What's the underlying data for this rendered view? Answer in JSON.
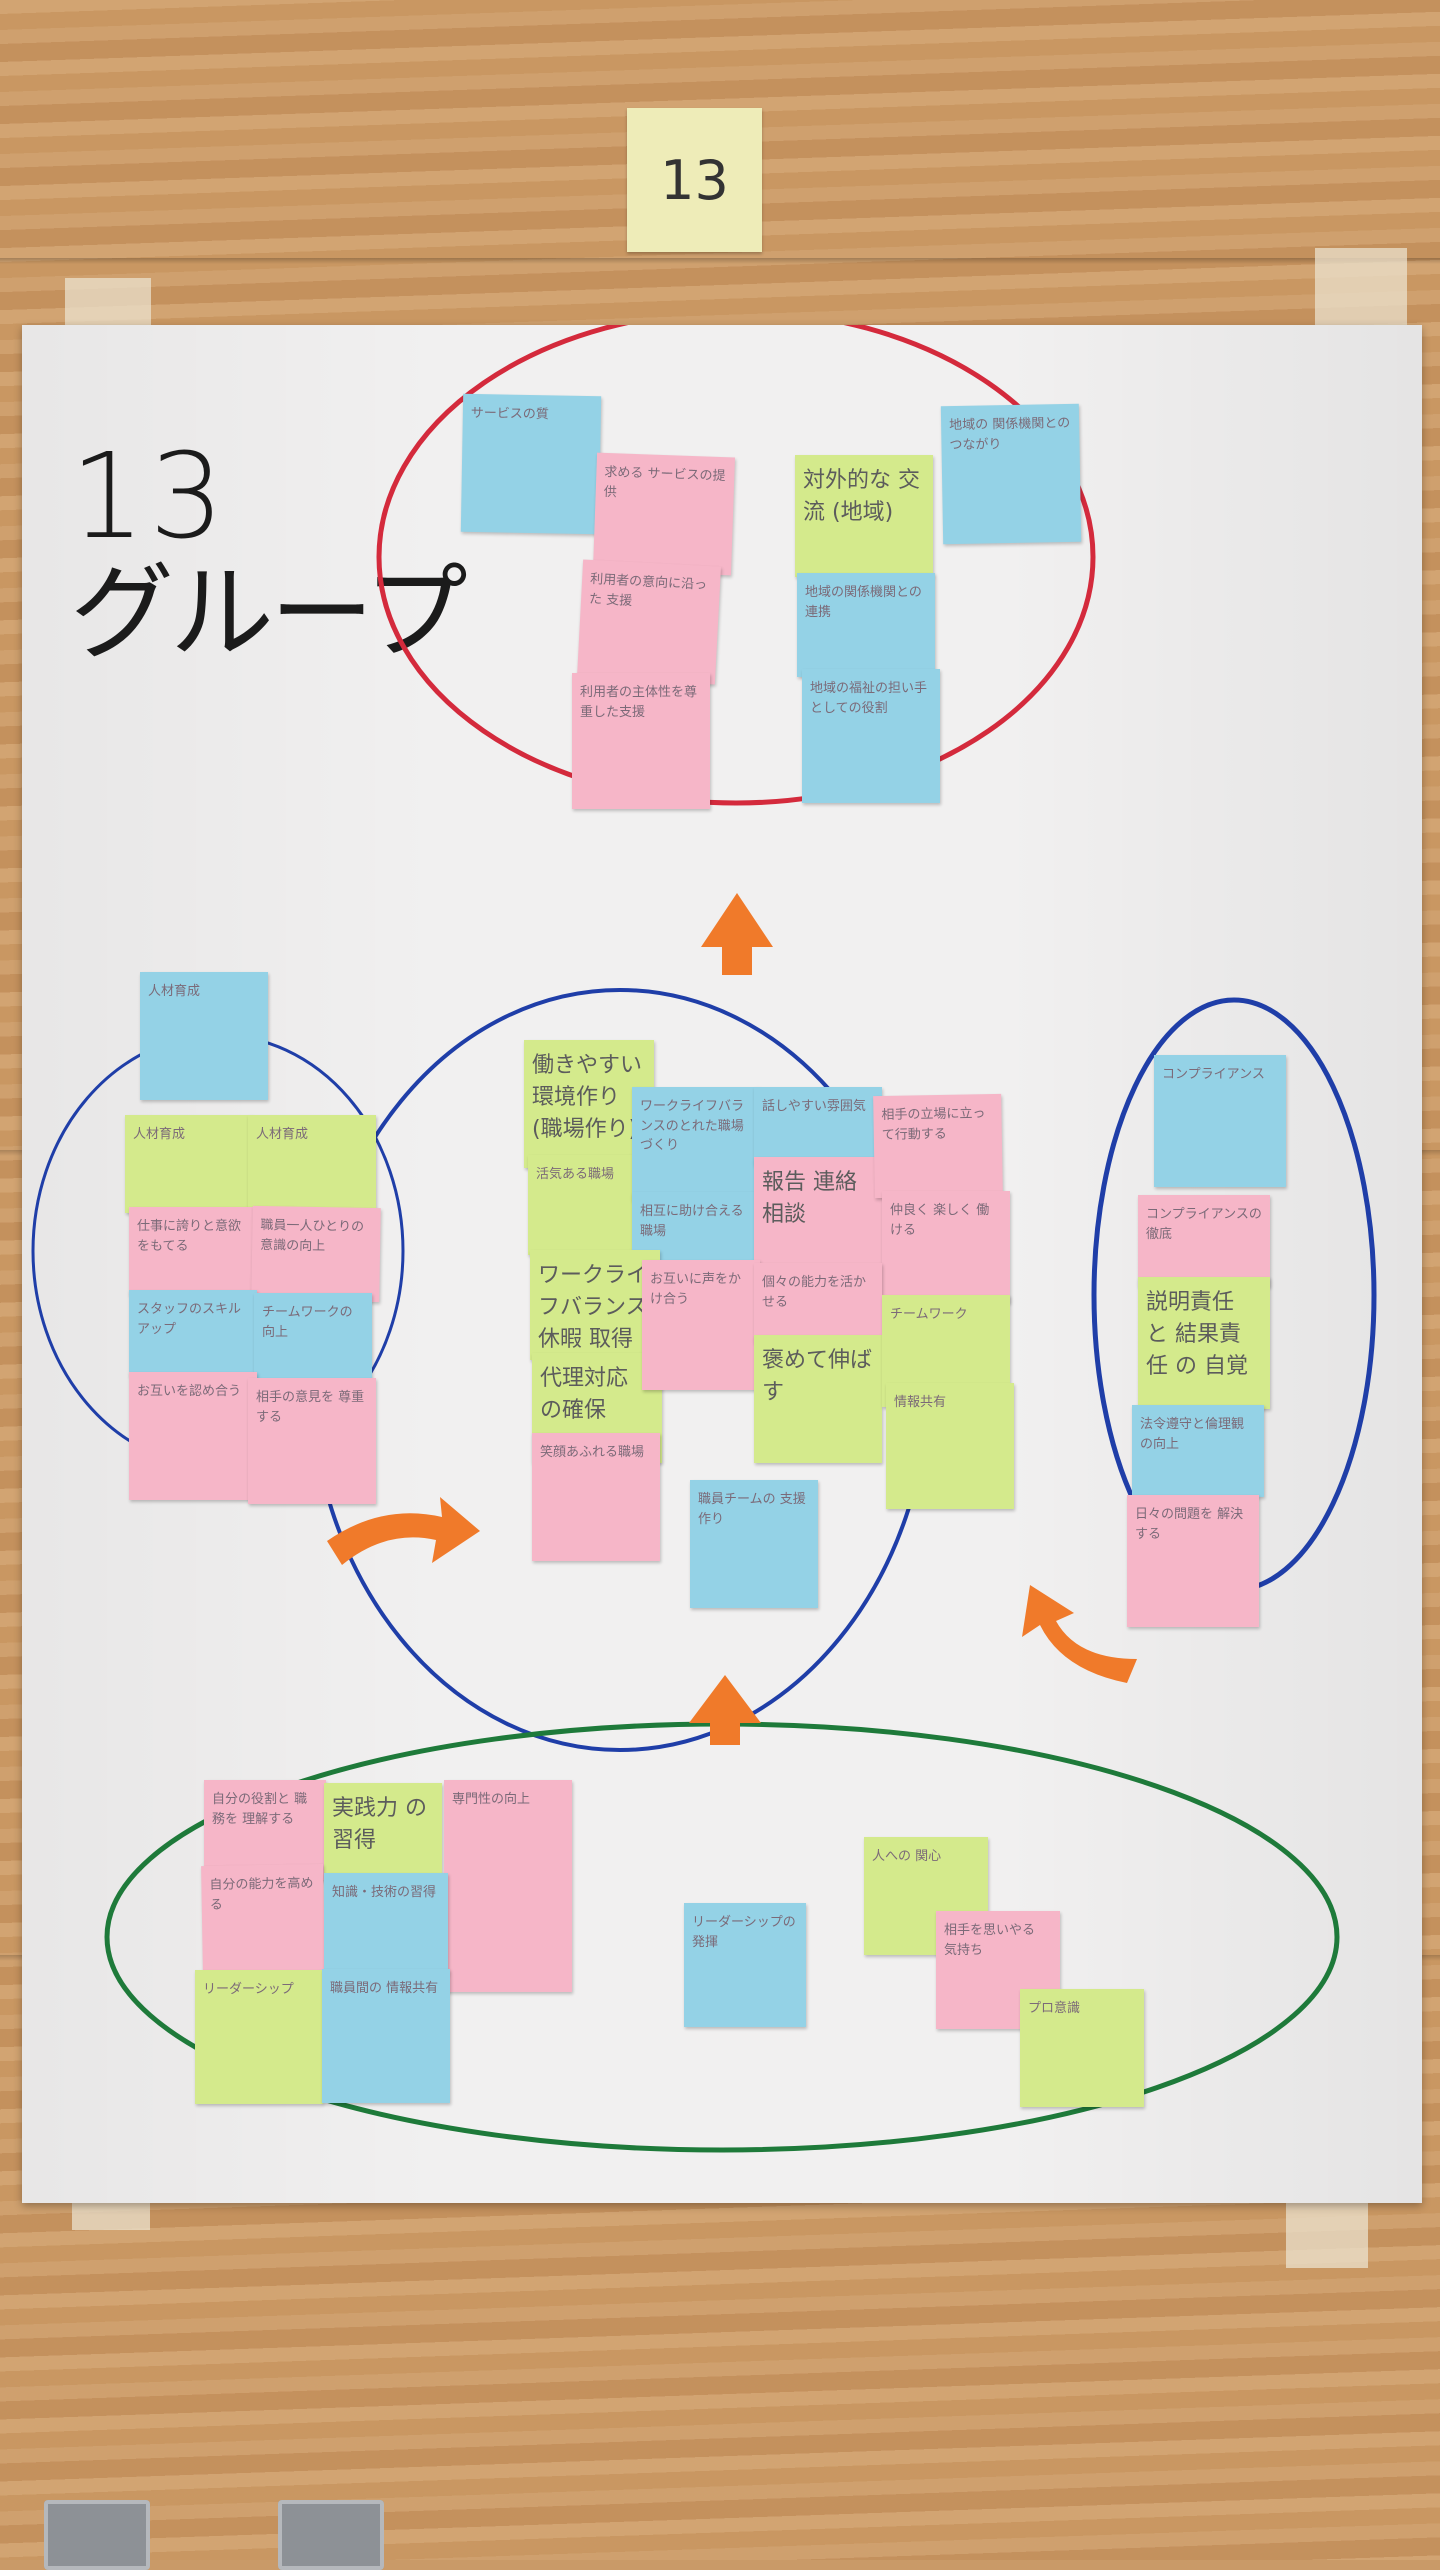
{
  "tag": "13",
  "title": {
    "number": "13",
    "word": "グループ"
  },
  "colors": {
    "pink": "#f6b6c8",
    "blue": "#94d2e6",
    "green": "#d4ea8c",
    "red_line": "#d42a3c",
    "blue_line": "#1f3ea8",
    "green_line": "#1e7a3a",
    "arrow": "#f07a2a"
  },
  "notes": {
    "top_blue_1": "サービスの質",
    "top_pink_1": "求める サービスの提供",
    "top_pink_2": "利用者の意向に沿った 支援",
    "top_pink_3": "利用者の主体性を尊重した支援",
    "top_green_1": "対外的な 交流 (地域)",
    "top_blue_2": "地域の 関係機関との つながり",
    "top_blue_3": "地域の関係機関との連携",
    "top_blue_4": "地域の福祉の担い手としての役割",
    "left_blue_1": "人材育成",
    "left_green_1": "人材育成",
    "left_green_2": "人材育成",
    "left_pink_1": "仕事に誇りと意欲をもてる",
    "left_pink_2": "職員一人ひとりの意識の向上",
    "left_blue_2": "スタッフのスキルアップ",
    "left_blue_3": "チームワークの向上",
    "left_pink_3": "お互いを認め合う",
    "left_pink_4": "相手の意見を 尊重する",
    "mid_green_1": "働きやすい 環境作り (職場作り)",
    "mid_green_2": "活気ある職場",
    "mid_blue_1": "ワークライフバランスのとれた職場づくり",
    "mid_blue_2": "相互に助け合える職場",
    "mid_blue_3": "話しやすい雰囲気",
    "mid_pink_1": "報告 連絡 相談",
    "mid_pink_2": "相手の立場に立って行動する",
    "mid_pink_3": "仲良く 楽しく 働ける",
    "mid_green_3": "ワークライフバランス 休暇 取得",
    "mid_green_4": "代理対応 の確保",
    "mid_pink_4": "お互いに声をかけ合う",
    "mid_pink_5": "個々の能力を活かせる",
    "mid_green_5": "褒めて伸ばす",
    "mid_green_6": "チームワーク",
    "mid_green_7": "情報共有",
    "mid_pink_6": "笑顔あふれる職場",
    "mid_blue_4": "職員チームの 支援作り",
    "right_blue_1": "コンプライアンス",
    "right_pink_1": "コンプライアンスの徹底",
    "right_green_1": "説明責任 と 結果責任 の 自覚",
    "right_blue_2": "法令遵守と倫理観の向上",
    "right_pink_2": "日々の問題を 解決する",
    "bot_pink_1": "自分の役割と 職務を 理解する",
    "bot_green_1": "実践力 の習得",
    "bot_pink_2": "自分の能力を高める",
    "bot_pink_3": "専門性の向上",
    "bot_blue_1": "知識・技術の習得",
    "bot_green_2": "リーダーシップ",
    "bot_blue_2": "職員間の 情報共有",
    "bot_blue_3": "リーダーシップの 発揮",
    "bot_green_3": "人への 関心",
    "bot_pink_4": "相手を思いやる 気持ち",
    "bot_green_4": "プロ意識"
  }
}
